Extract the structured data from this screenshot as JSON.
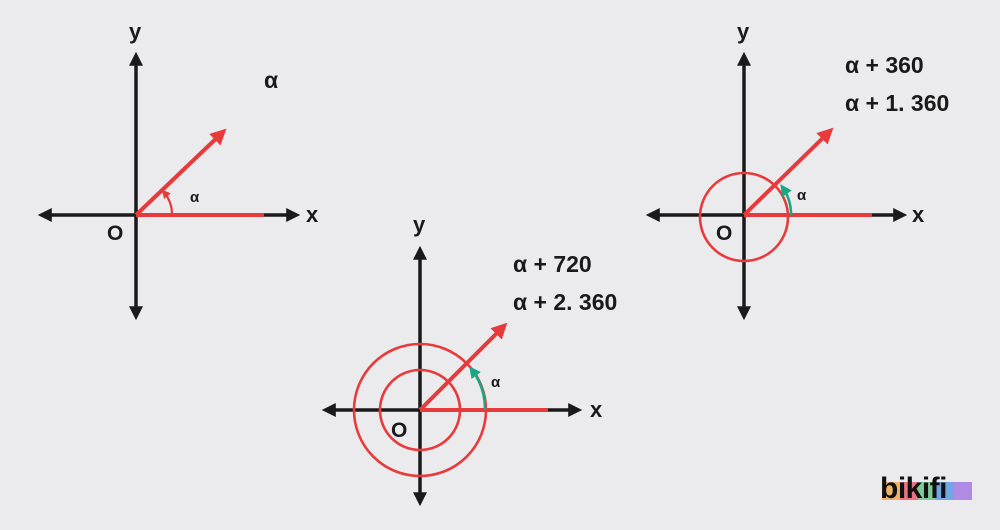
{
  "diagrams": [
    {
      "y_label": "y",
      "x_label": "x",
      "origin_label": "O",
      "angle_label": "α",
      "formula_lines": [
        "α"
      ]
    },
    {
      "y_label": "y",
      "x_label": "x",
      "origin_label": "O",
      "angle_label": "α",
      "formula_lines": [
        "α + 720",
        "α + 2. 360"
      ]
    },
    {
      "y_label": "y",
      "x_label": "x",
      "origin_label": "O",
      "angle_label": "α",
      "formula_lines": [
        "α + 360",
        "α + 1. 360"
      ]
    }
  ],
  "colors": {
    "axis": "#1a1a1a",
    "terminal_ray": "#e8393b",
    "initial_ray": "#e8393b",
    "rotation_circles": "#e8393b",
    "angle_arc_highlight": "#1aa884",
    "background": "#ebebed"
  },
  "logo": {
    "text": "bikifi",
    "bar_colors": [
      "#f2a23a",
      "#e84a5f",
      "#5bbf7a",
      "#4a8fe0",
      "#9b6be0"
    ]
  }
}
